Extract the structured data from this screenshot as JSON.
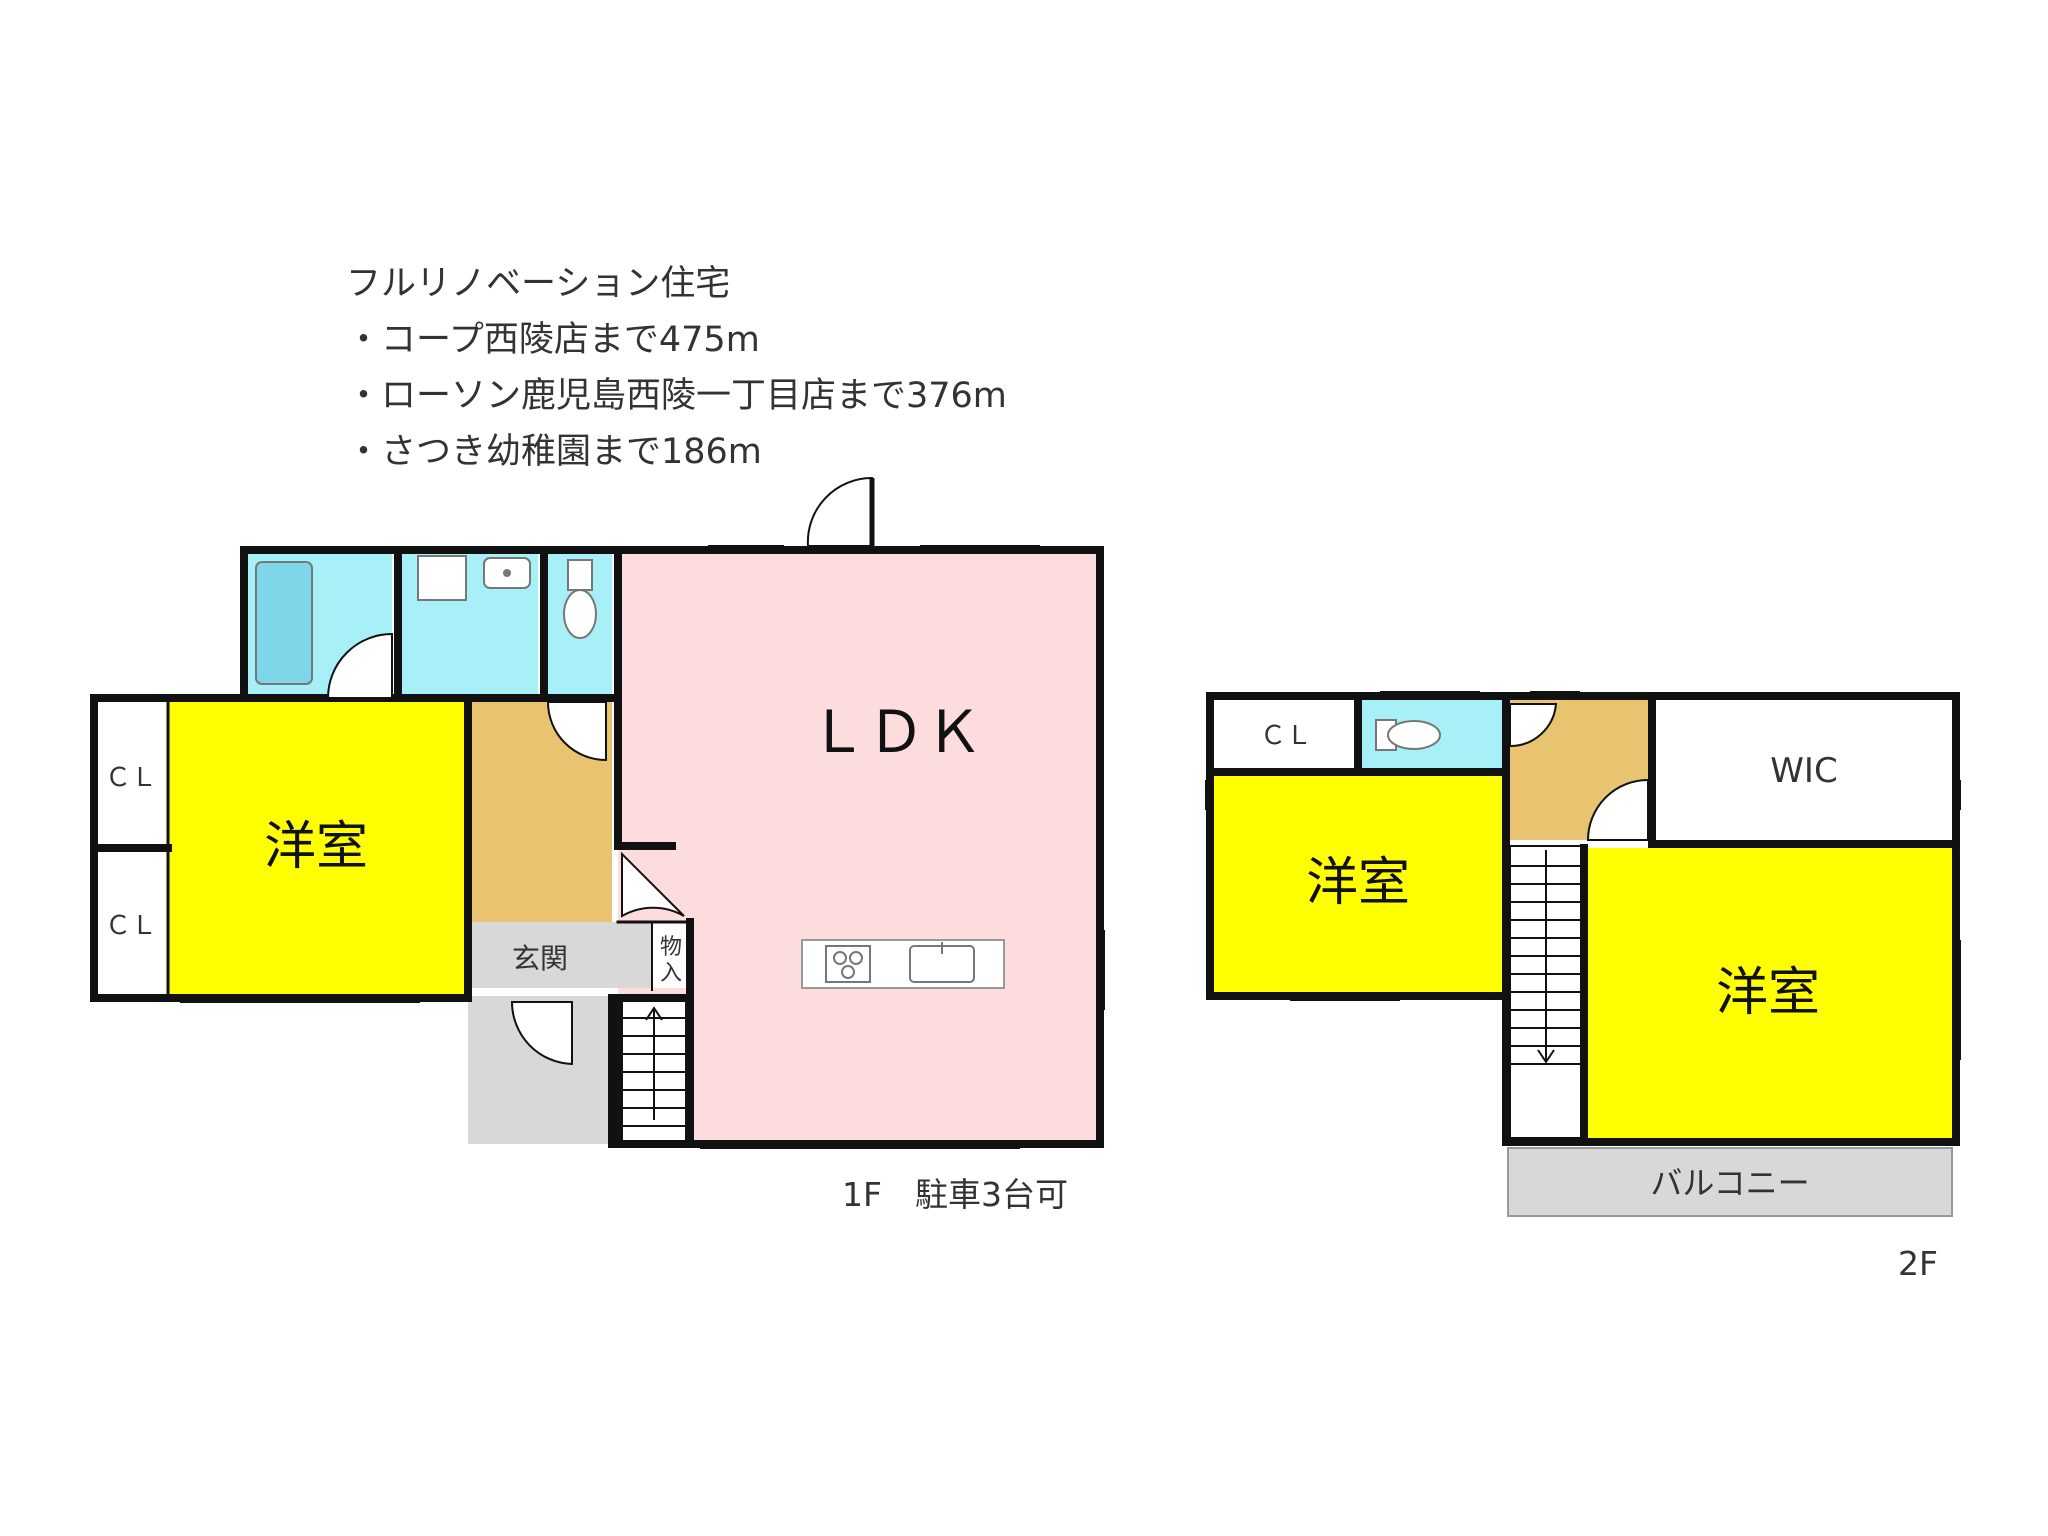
{
  "info": {
    "title": "フルリノベーション住宅",
    "lines": [
      "・コープ西陵店まで475m",
      "・ローソン鹿児島西陵一丁目店まで376m",
      "・さつき幼稚園まで186m"
    ]
  },
  "floor1": {
    "label": "1F　駐車3台可",
    "rooms": {
      "ldk": "ＬＤＫ",
      "western": "洋室",
      "cl_top": "ＣＬ",
      "cl_bottom": "ＣＬ",
      "entrance": "玄関",
      "storage_1": "物",
      "storage_2": "入"
    }
  },
  "floor2": {
    "label": "2F",
    "rooms": {
      "cl": "ＣＬ",
      "wic": "WIC",
      "western_left": "洋室",
      "western_right": "洋室",
      "balcony": "バルコニー"
    }
  },
  "colors": {
    "ldk": "#fcdcdc",
    "western": "#ffff00",
    "wet": "#a8f0f8",
    "hall": "#e8c470",
    "entrance": "#d8d8d8",
    "wall": "#111111"
  }
}
